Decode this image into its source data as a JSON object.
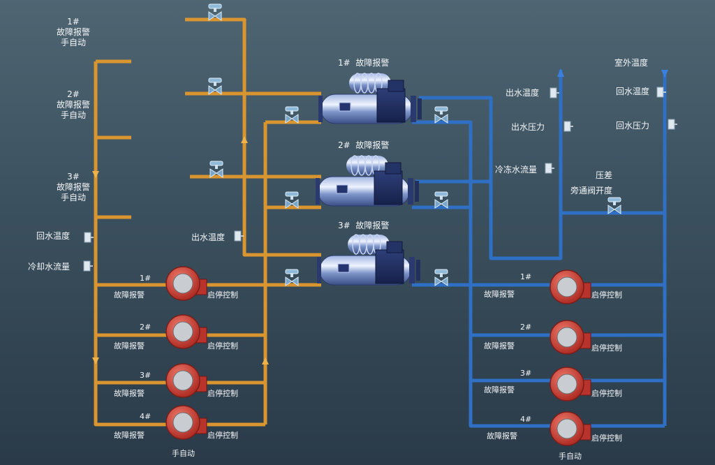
{
  "colors": {
    "cooling_pipe": "#d9952f",
    "chilled_pipe": "#2f6fc4",
    "pump": "#d2413a",
    "chiller": "#4d6bb0"
  },
  "left_sections": [
    {
      "num": "1#",
      "lines": [
        "故障报警",
        "手自动"
      ]
    },
    {
      "num": "2#",
      "lines": [
        "故障报警",
        "手自动"
      ]
    },
    {
      "num": "3#",
      "lines": [
        "故障报警",
        "手自动"
      ]
    }
  ],
  "left_sensors": {
    "return_temp": "回水温度",
    "flow": "冷却水流量",
    "supply_temp": "出水温度"
  },
  "chillers": [
    {
      "num": "1#",
      "alarm": "故障报警"
    },
    {
      "num": "2#",
      "alarm": "故障报警"
    },
    {
      "num": "3#",
      "alarm": "故障报警"
    }
  ],
  "cooling_pumps": [
    {
      "num": "1#",
      "alarm": "故障报警",
      "control": "启停控制"
    },
    {
      "num": "2#",
      "alarm": "故障报警",
      "control": "启停控制"
    },
    {
      "num": "3#",
      "alarm": "故障报警",
      "control": "启停控制"
    },
    {
      "num": "4#",
      "alarm": "故障报警",
      "control": "启停控制"
    }
  ],
  "chilled_pumps": [
    {
      "num": "1#",
      "alarm": "故障报警",
      "control": "启停控制"
    },
    {
      "num": "2#",
      "alarm": "故障报警",
      "control": "启停控制"
    },
    {
      "num": "3#",
      "alarm": "故障报警",
      "control": "启停控制"
    },
    {
      "num": "4#",
      "alarm": "故障报警",
      "control": "启停控制"
    }
  ],
  "right_sensors": {
    "supply_temp": "出水温度",
    "supply_pressure": "出水压力",
    "chilled_flow": "冷冻水流量",
    "outdoor_temp": "室外温度",
    "return_temp": "回水温度",
    "return_pressure": "回水压力",
    "diff_pressure": "压差",
    "bypass": "旁通阀开度"
  },
  "manual_auto_bottom": "手自动"
}
